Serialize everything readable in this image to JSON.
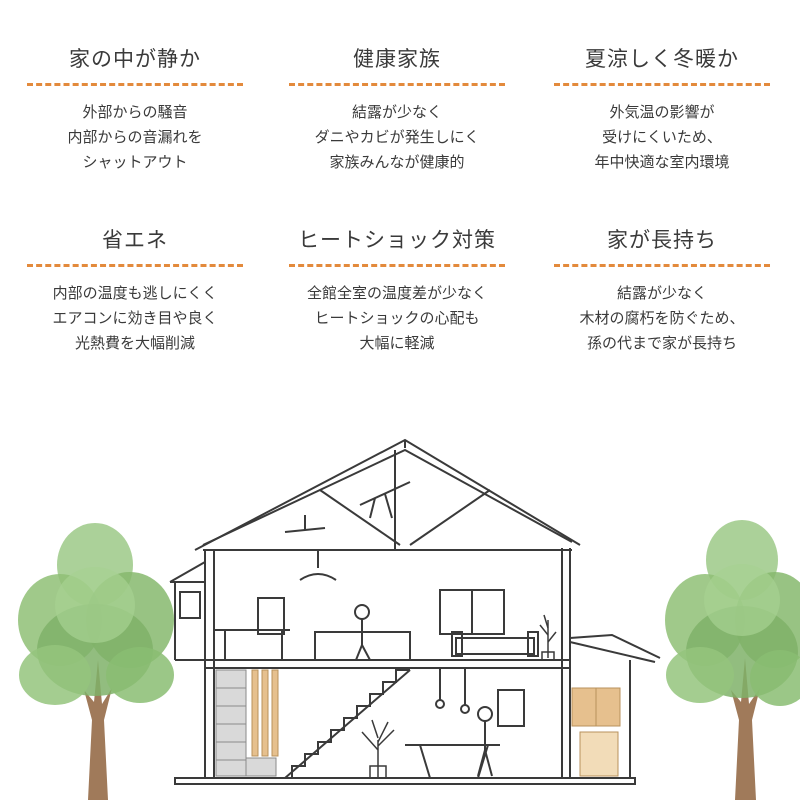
{
  "features": [
    {
      "title": "家の中が静か",
      "lines": [
        "外部からの騒音",
        "内部からの音漏れを",
        "シャットアウト"
      ]
    },
    {
      "title": "健康家族",
      "lines": [
        "結露が少なく",
        "ダニやカビが発生しにく",
        "家族みんなが健康的"
      ]
    },
    {
      "title": "夏涼しく冬暖か",
      "lines": [
        "外気温の影響が",
        "受けにくいため、",
        "年中快適な室内環境"
      ]
    },
    {
      "title": "省エネ",
      "lines": [
        "内部の温度も逃しにくく",
        "エアコンに効き目や良く",
        "光熱費を大幅削減"
      ]
    },
    {
      "title": "ヒートショック対策",
      "lines": [
        "全館全室の温度差が少なく",
        "ヒートショックの心配も",
        "大幅に軽減"
      ]
    },
    {
      "title": "家が長持ち",
      "lines": [
        "結露が少なく",
        "木材の腐朽を防ぐため、",
        "孫の代まで家が長持ち"
      ]
    }
  ],
  "colors": {
    "accent_dash": "#e38a3c",
    "text": "#3a3a3a",
    "tree_leaf": "#8fbf76",
    "tree_trunk": "#a07a5a",
    "house_line": "#3a3a3a",
    "wood": "#e6c08e"
  }
}
